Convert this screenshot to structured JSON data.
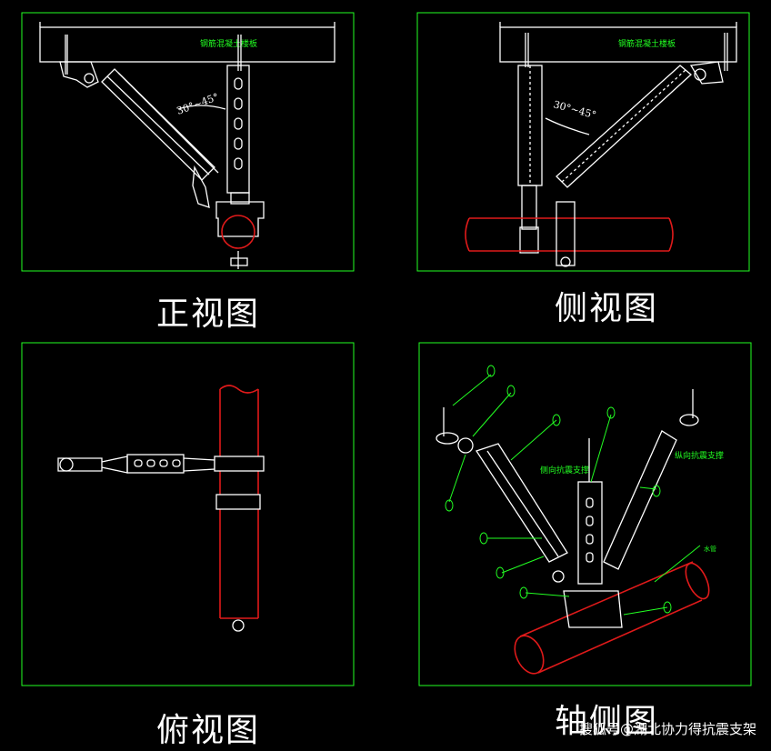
{
  "colors": {
    "background": "#000000",
    "frame": "#22ff22",
    "drawing": "#ffffff",
    "pipe": "#e01a1a",
    "annotation": "#22ff22"
  },
  "views": {
    "front": {
      "label": "正视图",
      "beam_label": "钢筋混凝土楼板",
      "angle_label": "30°~45°"
    },
    "side": {
      "label": "侧视图",
      "beam_label": "钢筋混凝土楼板",
      "angle_label": "30°~45°"
    },
    "top": {
      "label": "俯视图"
    },
    "axonometric": {
      "label": "轴侧图",
      "callout_lateral": "侧向抗震支撑",
      "callout_longitudinal": "纵向抗震支撑",
      "callout_pipe": "水管"
    }
  },
  "watermark": "搜狐号@湖北协力得抗震支架"
}
